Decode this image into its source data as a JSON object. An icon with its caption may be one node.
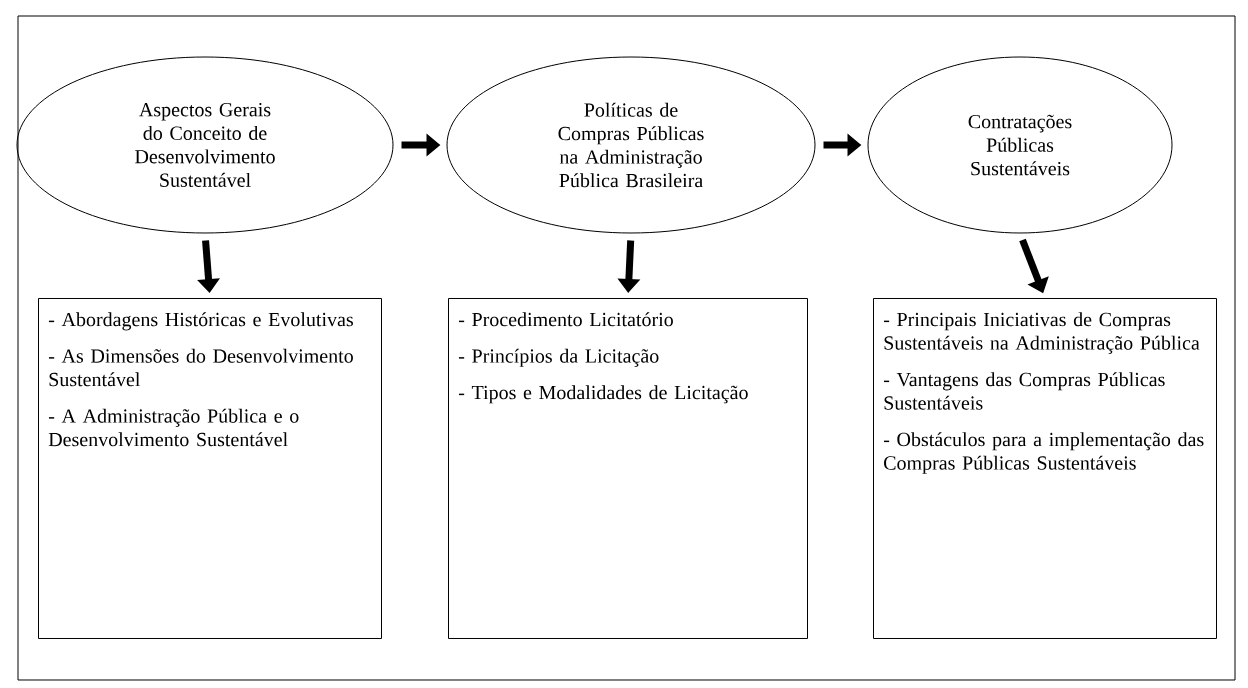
{
  "diagram": {
    "nodes": [
      {
        "text": [
          "Aspectos Gerais do Conceito de Desenvolvimento Sustentável"
        ]
      },
      {
        "text": [
          "Políticas de Compras Públicas na Administração Pública Brasileira"
        ]
      },
      {
        "text": [
          "Contratações Públicas Sustentáveis"
        ]
      },
      {
        "text": [
          "- Abordagens Históricas e Evolutivas",
          "- As Dimensões do Desenvolvimento Sustentável",
          "- A Administração Pública e o Desenvolvimento Sustentável"
        ]
      },
      {
        "text": [
          "- Procedimento Licitatório",
          "- Princípios da Licitação",
          "- Tipos e Modalidades de Licitação"
        ]
      },
      {
        "text": [
          "- Principais Iniciativas de Compras Sustentáveis na Administração Pública",
          "- Vantagens das Compras Públicas Sustentáveis",
          "- Obstáculos para a implementação das Compras Públicas Sustentáveis"
        ]
      }
    ],
    "edges": [
      {
        "from": 0,
        "to": 1,
        "arrow": "to"
      },
      {
        "from": 1,
        "to": 2,
        "arrow": "to"
      },
      {
        "from": 0,
        "to": 3,
        "arrow": "to"
      },
      {
        "from": 1,
        "to": 4,
        "arrow": "to"
      },
      {
        "from": 2,
        "to": 5,
        "arrow": "to"
      }
    ]
  }
}
